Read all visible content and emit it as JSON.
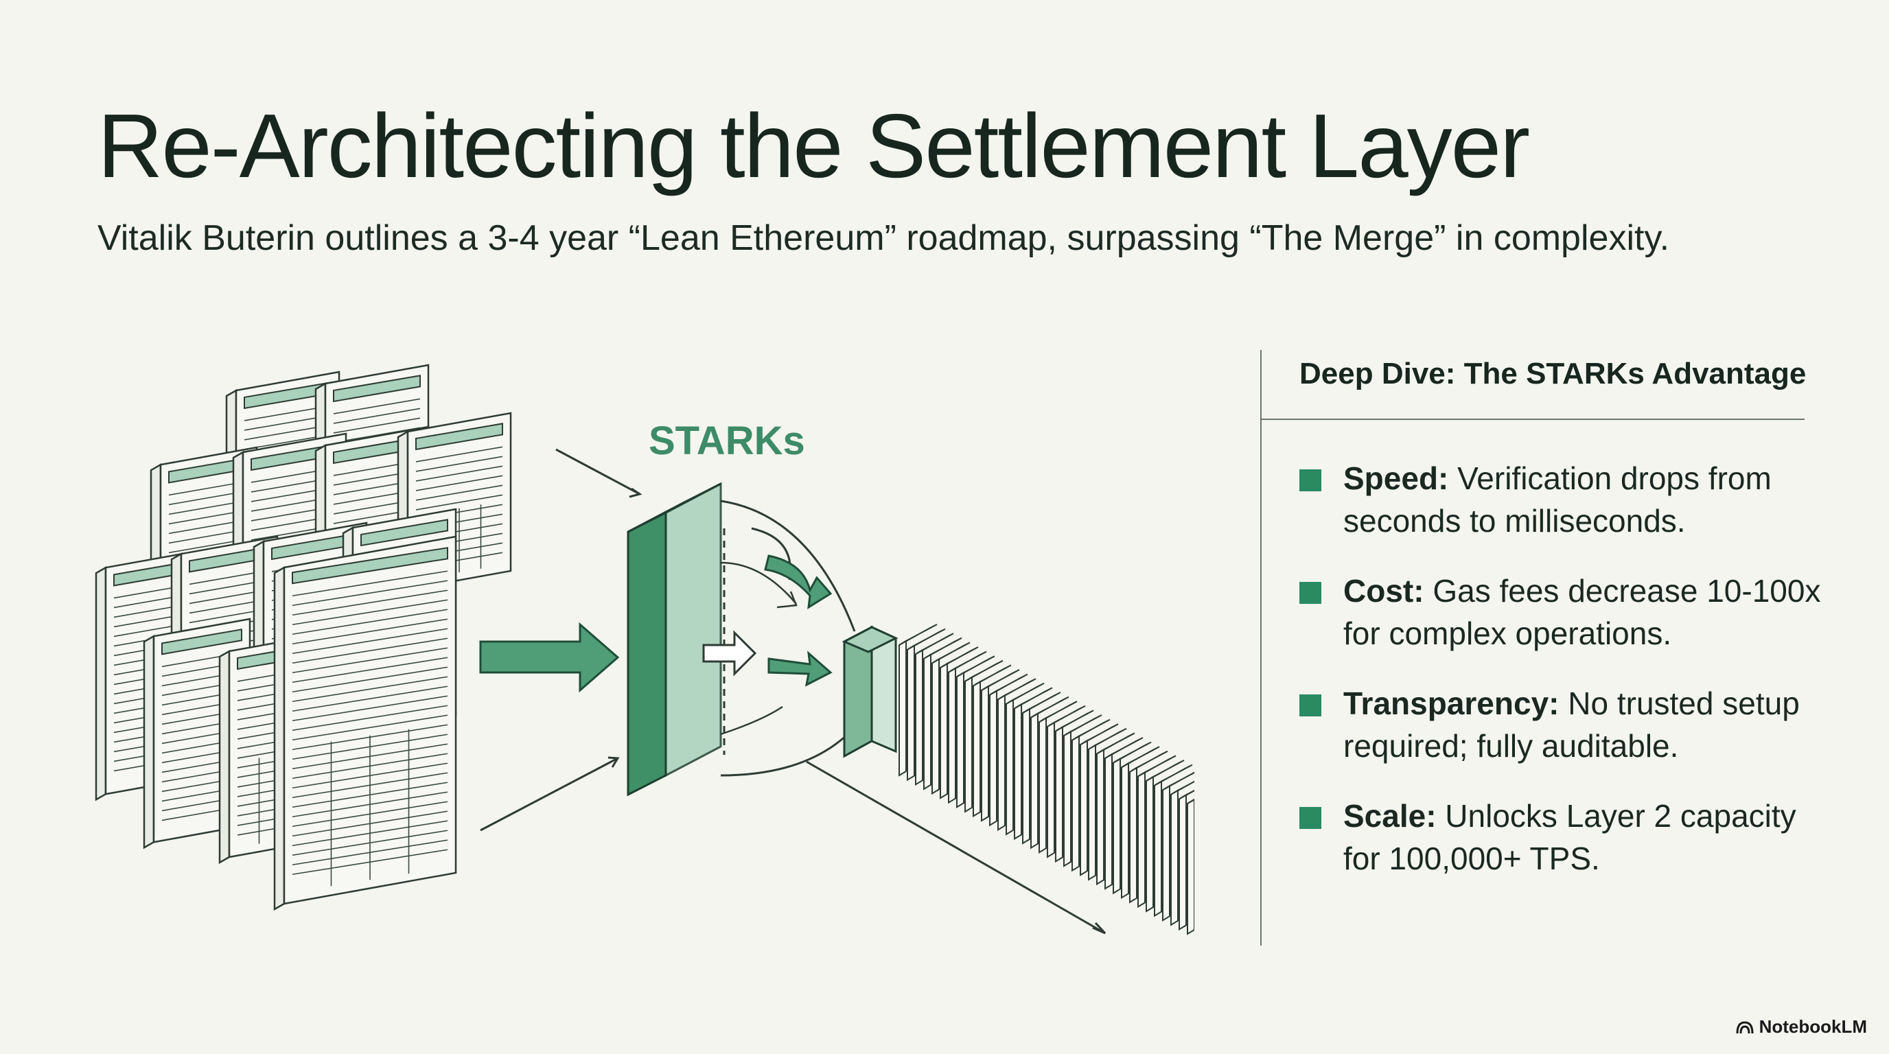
{
  "header": {
    "title": "Re-Architecting the Settlement Layer",
    "subtitle": "Vitalik Buterin outlines a 3-4 year “Lean Ethereum” roadmap, surpassing “The Merge” in complexity."
  },
  "diagram": {
    "label": "STARKs"
  },
  "panel": {
    "title": "Deep Dive: The STARKs Advantage",
    "items": [
      {
        "label": "Speed:",
        "text": " Verification drops from seconds to milliseconds."
      },
      {
        "label": "Cost:",
        "text": " Gas fees decrease 10-100x for complex operations."
      },
      {
        "label": "Transparency:",
        "text": " No trusted setup required; fully auditable."
      },
      {
        "label": "Scale:",
        "text": " Unlocks Layer 2 capacity for 100,000+ TPS."
      }
    ]
  },
  "footer": {
    "brand": "NotebookLM"
  },
  "colors": {
    "accent": "#2a8a62",
    "background": "#f3f5ee",
    "text": "#17261f"
  }
}
